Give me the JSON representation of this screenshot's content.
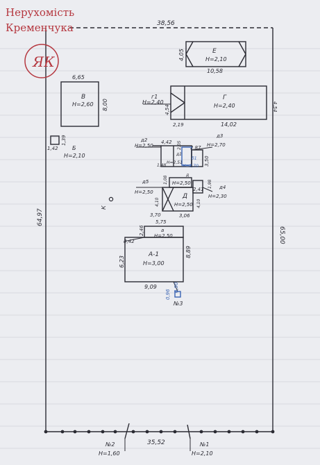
{
  "watermark": {
    "line1": "Нерухомість",
    "line2": "Кременчука",
    "logo": "ЯК",
    "color": "#b5373f"
  },
  "plot": {
    "top_length": "38,56",
    "bottom_length": "35,52",
    "left_length": "64,97",
    "right_length": "65,00"
  },
  "buildings": {
    "E": {
      "name": "Е",
      "height": "Н=2,10",
      "width": "10,58",
      "depth": "4,05"
    },
    "V": {
      "name": "В",
      "height": "Н=2,60",
      "width": "6,65",
      "depth": "8,00"
    },
    "G": {
      "name": "Г",
      "height": "Н=2,40",
      "width": "14,02",
      "depth": "4,54",
      "side": "2,19"
    },
    "g1": {
      "name": "г1",
      "height": "Н=2,40",
      "depth": "4,54"
    },
    "B": {
      "name": "Б",
      "height": "Н=2,10",
      "width": "1,42",
      "depth": "1,39"
    },
    "d2": {
      "name": "д2",
      "height": "Н=2,50",
      "width": "4,42"
    },
    "d1": {
      "name": "д1",
      "height": "Н=2,51",
      "width": "1,48",
      "depth": "2,05"
    },
    "b1": {
      "name": "б1",
      "height": "Н=2,70",
      "color_note": "blue"
    },
    "d3": {
      "name": "д3",
      "height": "Н=2,70",
      "width": "2,87",
      "depth": "3,50"
    },
    "d5": {
      "name": "д5",
      "height": "Н=2,50",
      "width": "3,70",
      "depth": "4,10"
    },
    "d": {
      "name": "д",
      "height": "Н=2,50",
      "depth": "1,08"
    },
    "D": {
      "name": "Д",
      "height": "Н=2,50",
      "width": "3,06",
      "depth": "4,10"
    },
    "d4": {
      "name": "д4",
      "height": "Н=2,30",
      "width": "2,41",
      "depth": "1,98"
    },
    "a": {
      "name": "а",
      "height": "Н=2,50",
      "width": "5,75",
      "depth": "2,46",
      "side": "3,42"
    },
    "A1": {
      "name": "А-1",
      "height": "Н=3,00",
      "width": "9,09",
      "depth": "8,89",
      "side": "6,23"
    }
  },
  "well": {
    "label": "К"
  },
  "marker3": {
    "label": "№3",
    "dim1": "0,96",
    "dim2": "0,90"
  },
  "gate1": {
    "label": "№1",
    "height": "Н=2,10"
  },
  "gate2": {
    "label": "№2",
    "height": "Н=1,60"
  },
  "colors": {
    "ink": "#2b2b33",
    "blue": "#3a64b4",
    "paper": "#ecedf1"
  }
}
